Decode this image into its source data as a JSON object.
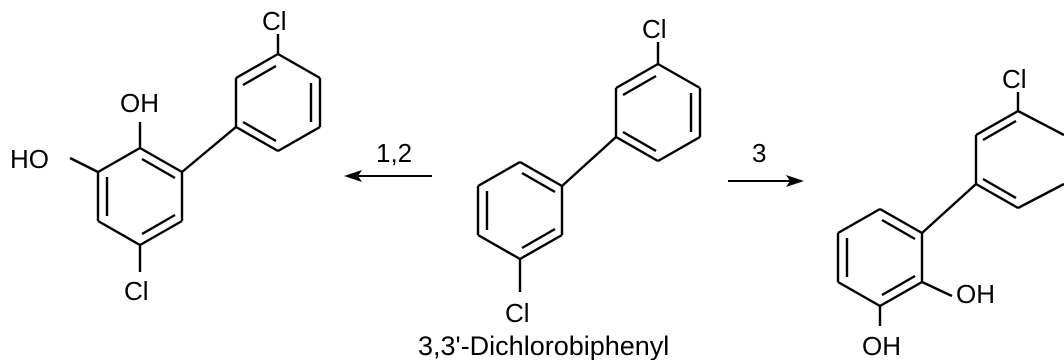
{
  "left_product": {
    "labels": {
      "cl_top": "Cl",
      "oh": "OH",
      "ho": "HO",
      "cl_bottom": "Cl"
    }
  },
  "arrow_left": {
    "label": "1,2"
  },
  "substrate": {
    "labels": {
      "cl_top": "Cl",
      "cl_bottom": "Cl"
    },
    "name": "3,3'-Dichlorobiphenyl"
  },
  "arrow_right": {
    "label": "3"
  },
  "right_product": {
    "labels": {
      "cl_top": "Cl",
      "oh_1": "OH",
      "oh_2": "OH"
    }
  }
}
